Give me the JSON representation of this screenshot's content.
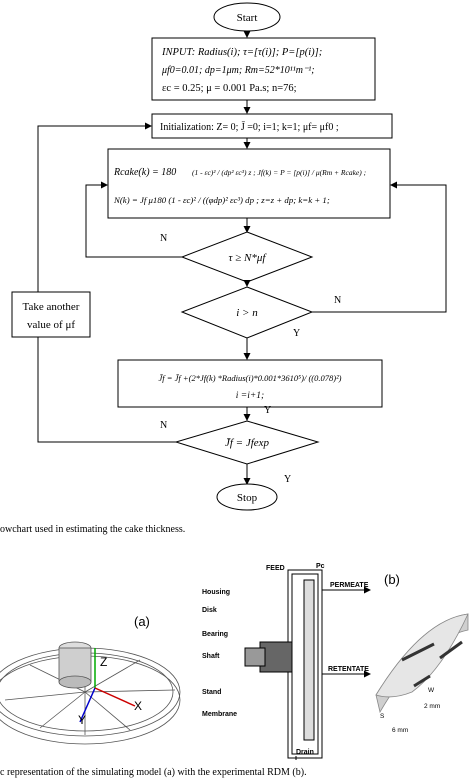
{
  "flowchart": {
    "start": "Start",
    "input_line1": "INPUT: Radius(i); τ=[τ(i)]; P=[p(i)];",
    "input_line2": "μf0=0.01; dp=1μm; Rm=52*10¹¹m⁻¹;",
    "input_line3": "εc = 0.25;  μ = 0.001 Pa.s; n=76;",
    "init": "Initialization:  Z= 0; J̄ =0; i=1; k=1; μf= μf0 ;",
    "calc_line1a": "Rcake(k) = 180",
    "calc_line1b": "(1 - εc)² / (dp² εc³) z ;  Jf(k) = P = [p(i)] / μ(Rm + Rcake) ;",
    "calc_line2": "N(k) = Jf μ180 (1 - εc)² / ((φdp)² εc³) dp   ; z=z + dp;   k=k + 1;",
    "decision1": "τ ≥ N*μf",
    "decision2": "i > n",
    "update_line1": "J̄f = J̄f +(2*Jf(k) *Radius(i)*0.001*3610⁵)/ ((0.078)²)",
    "update_line2": "i =i+1;",
    "decision3": "J̄f = Jfexp",
    "stop": "Stop",
    "side_line1": "Take another",
    "side_line2": "value of μf",
    "labels": {
      "n": "N",
      "y": "Y"
    }
  },
  "caption_top": "owchart used in estimating the cake thickness.",
  "figure_a": {
    "label": "(a)",
    "axes": [
      "Z",
      "Y",
      "X"
    ]
  },
  "figure_b": {
    "label": "(b)",
    "rdm_labels": [
      "FEED",
      "Pc",
      "PERMEATE",
      "Housing",
      "Disk",
      "Bearing",
      "Shaft",
      "RETENTATE",
      "Stand",
      "Membrane",
      "Drain"
    ],
    "disk_dims": [
      "W",
      "S",
      "2 mm",
      "6 mm"
    ]
  },
  "caption_bottom": "c representation of the simulating model (a) with the experimental RDM (b)."
}
